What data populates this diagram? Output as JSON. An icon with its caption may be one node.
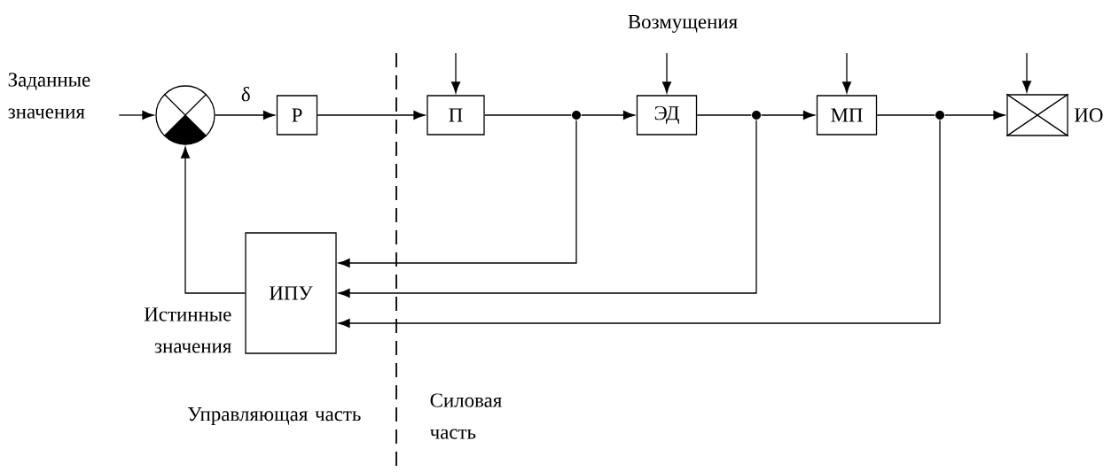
{
  "diagram": {
    "nodes": [
      {
        "text": [],
        "shape": "circle"
      },
      {
        "text": [
          "Р"
        ]
      },
      {
        "text": [
          "П"
        ]
      },
      {
        "text": [
          "ЭД"
        ]
      },
      {
        "text": [
          "МП"
        ]
      },
      {
        "text": [
          "ИО"
        ]
      },
      {
        "text": [
          "ИПУ"
        ]
      },
      {
        "text": [],
        "shape": "circle"
      },
      {
        "text": [],
        "shape": "circle"
      },
      {
        "text": [],
        "shape": "circle"
      },
      {
        "text": [
          "Заданные значения"
        ]
      }
    ],
    "edges": [
      {
        "from": 10,
        "to": 0,
        "arrow": "to"
      },
      {
        "from": 0,
        "to": 1,
        "arrow": "to",
        "label": "δ"
      },
      {
        "from": 1,
        "to": 2,
        "arrow": "to"
      },
      {
        "from": 2,
        "to": 7,
        "arrow": "none"
      },
      {
        "from": 7,
        "to": 3,
        "arrow": "to"
      },
      {
        "from": 3,
        "to": 8,
        "arrow": "none"
      },
      {
        "from": 8,
        "to": 4,
        "arrow": "to"
      },
      {
        "from": 4,
        "to": 9,
        "arrow": "none"
      },
      {
        "from": 9,
        "to": 5,
        "arrow": "to"
      },
      {
        "from": 7,
        "to": 6,
        "arrow": "to"
      },
      {
        "from": 8,
        "to": 6,
        "arrow": "to"
      },
      {
        "from": 9,
        "to": 6,
        "arrow": "to"
      },
      {
        "from": 6,
        "to": 0,
        "arrow": "to"
      },
      {
        "from": null,
        "to": 2,
        "arrow": "to"
      },
      {
        "from": null,
        "to": 3,
        "arrow": "to"
      },
      {
        "from": null,
        "to": 4,
        "arrow": "to"
      },
      {
        "from": null,
        "to": 5,
        "arrow": "to"
      }
    ],
    "labels": [
      "Возмущения",
      "Истинные значения",
      "Управляющая часть",
      "Силовая часть"
    ]
  }
}
